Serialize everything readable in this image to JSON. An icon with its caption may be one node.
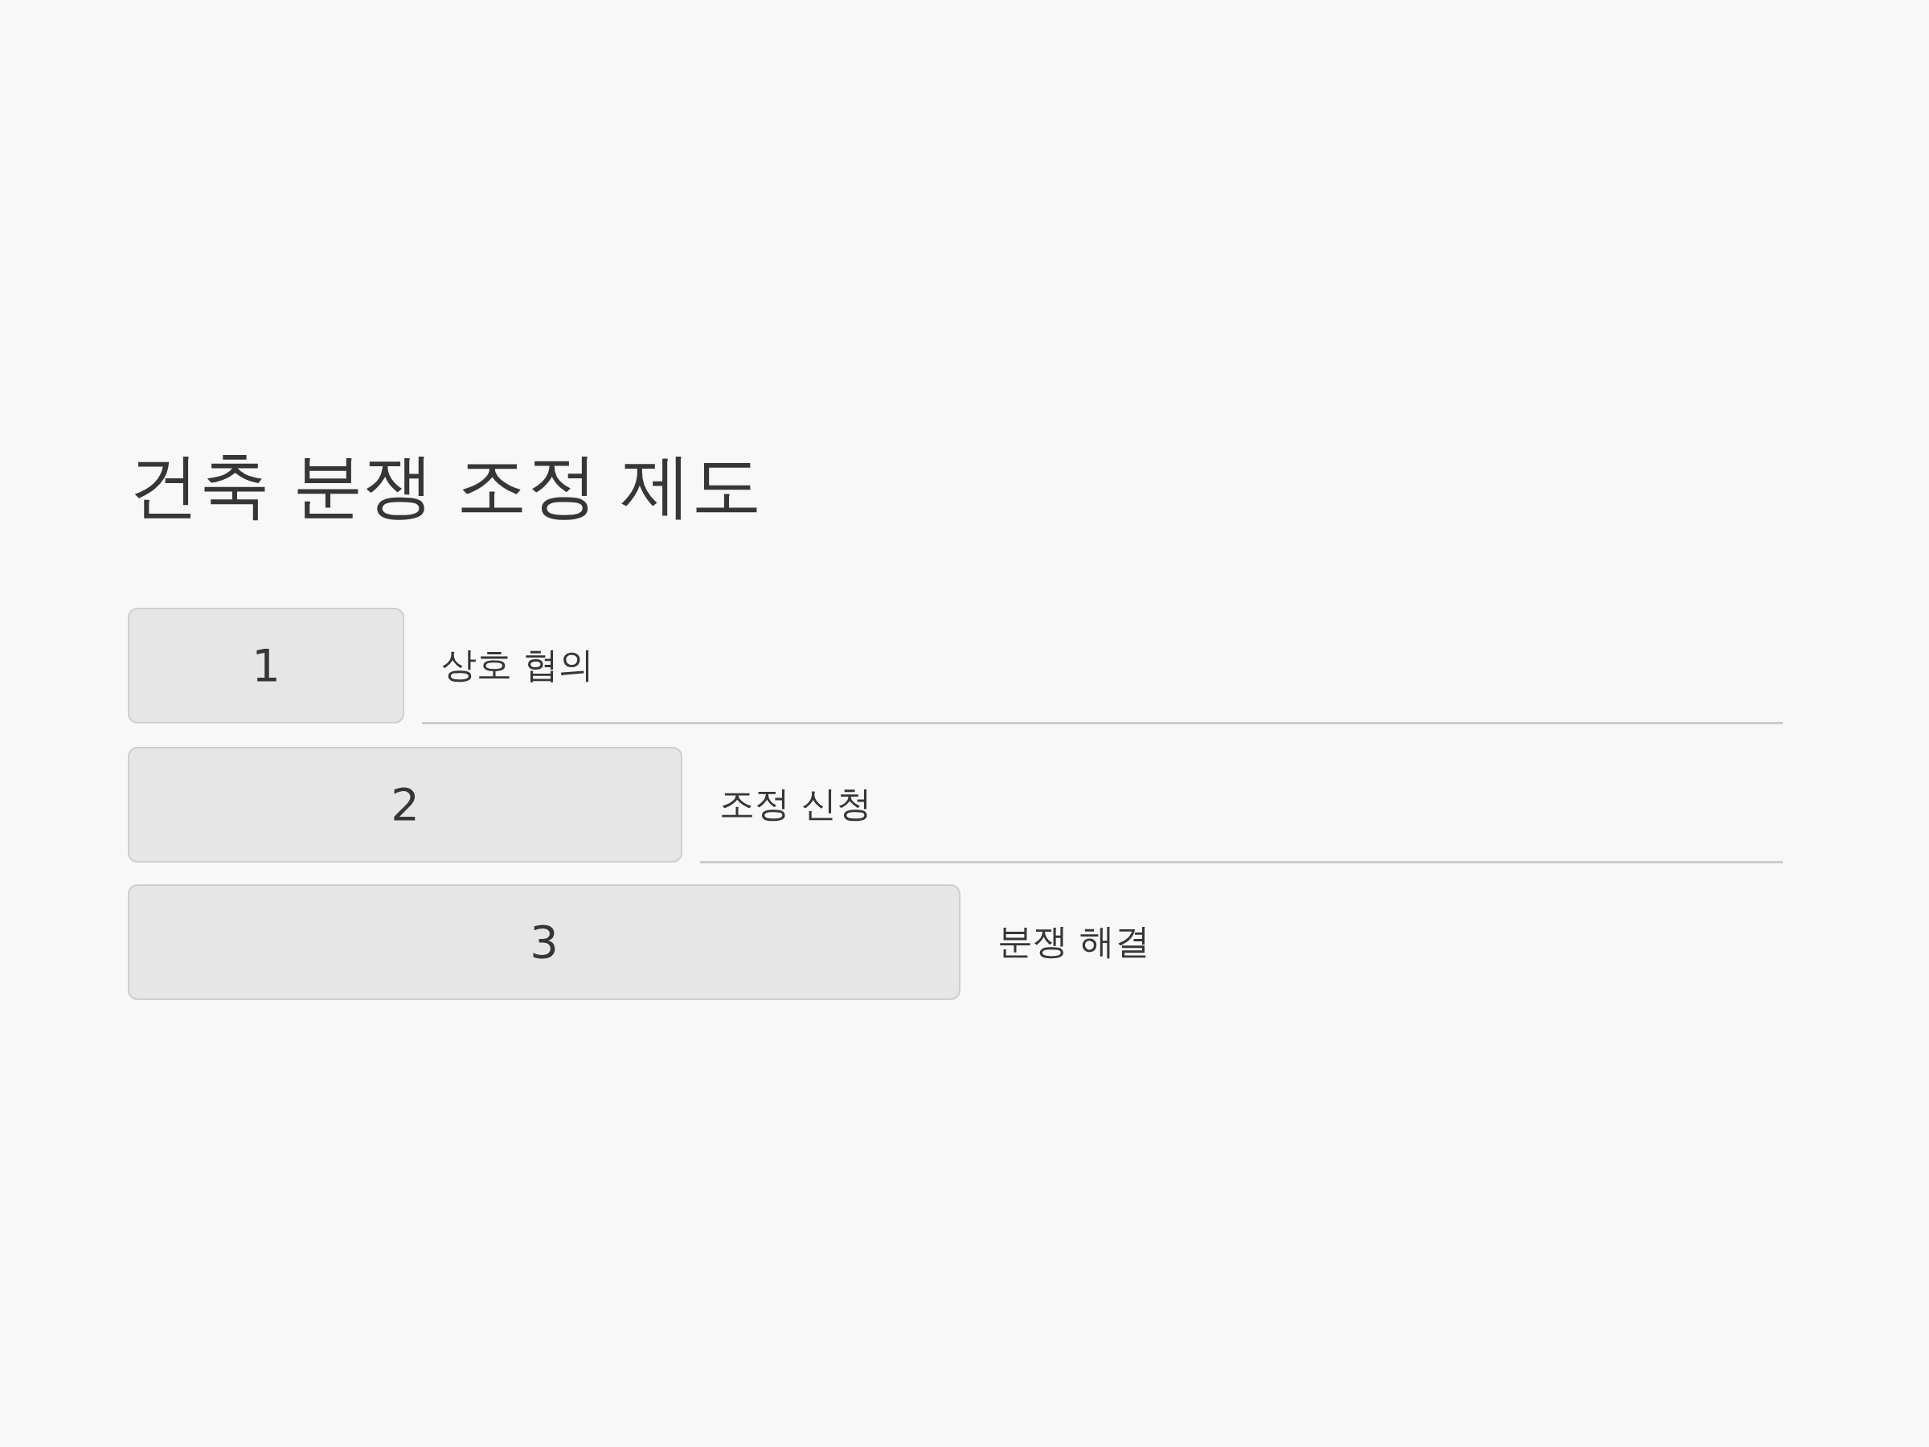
{
  "diagram": {
    "title": "건축 분쟁 조정 제도",
    "nodes": [
      {
        "text": [
          "1"
        ],
        "beside": [
          "상호 협의"
        ]
      },
      {
        "text": [
          "2"
        ],
        "beside": [
          "조정 신청"
        ]
      },
      {
        "text": [
          "3"
        ],
        "beside": [
          "분쟁 해결"
        ]
      }
    ]
  }
}
